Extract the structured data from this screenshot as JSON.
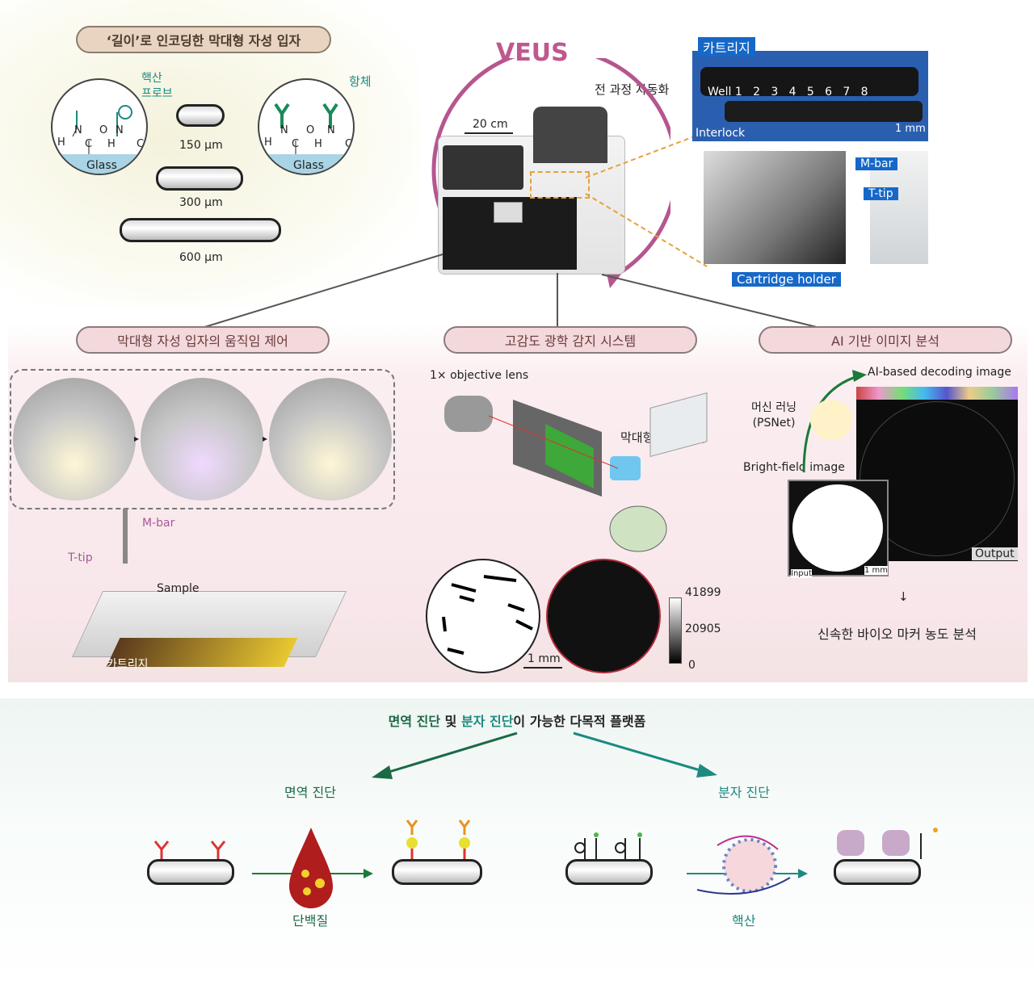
{
  "top_left": {
    "title": "‘길이’로 인코딩한 막대형 자성 입자",
    "nucleic_probe": "핵산\n프로브",
    "antibody": "항체",
    "glass_left": "Glass",
    "glass_right": "Glass",
    "size_150": "150 µm",
    "size_300": "300 µm",
    "size_600": "600 µm",
    "atoms": [
      "H",
      "N",
      "O",
      "C",
      "H",
      "N",
      "C",
      "H",
      "N",
      "O",
      "C",
      "H",
      "N",
      "C"
    ]
  },
  "center": {
    "title": "VEUS",
    "automation": "전 과정 자동화",
    "scale": "20 cm"
  },
  "top_right": {
    "cartridge_label": "카트리지",
    "wells": "Well 1   2   3   4   5   6   7   8",
    "interlock": "Interlock",
    "scale": "1 mm",
    "mbar": "M-bar",
    "ttip": "T-tip",
    "holder": "Cartridge holder"
  },
  "section_left": {
    "title": "막대형 자성 입자의 움직임 제어",
    "mbar": "M-bar",
    "ttip": "T-tip",
    "sample": "Sample",
    "cartridge": "카트리지"
  },
  "section_mid": {
    "title": "고감도 광학 감지 시스템",
    "objective": "1× objective lens",
    "particles": "막대형 자성 입자",
    "scale": "1 mm",
    "colorbar_max": "41899",
    "colorbar_mid": "20905",
    "colorbar_min": "0"
  },
  "section_right": {
    "title": "AI 기반 이미지 분석",
    "decoding": "AI-based decoding image",
    "ml": "머신 러닝\n(PSNet)",
    "brightfield": "Bright-field image",
    "input": "Input",
    "scale": "1 mm",
    "output": "Output",
    "arrow": "↓",
    "result": "신속한 바이오 마커 농도 분석"
  },
  "bottom": {
    "headline_part1": "면역 진단",
    "headline_part2": " 및 ",
    "headline_part3": "분자 진단",
    "headline_part4": "이 가능한 다목적 플랫폼",
    "immuno": "면역 진단",
    "molecular": "분자 진단",
    "protein": "단백질",
    "nucleic": "핵산"
  },
  "colors": {
    "magenta": "#b5568f",
    "teal": "#1c8a80",
    "green": "#1a7a3a",
    "blue_label": "#1668c8",
    "orange_dash": "#e6a23c"
  }
}
